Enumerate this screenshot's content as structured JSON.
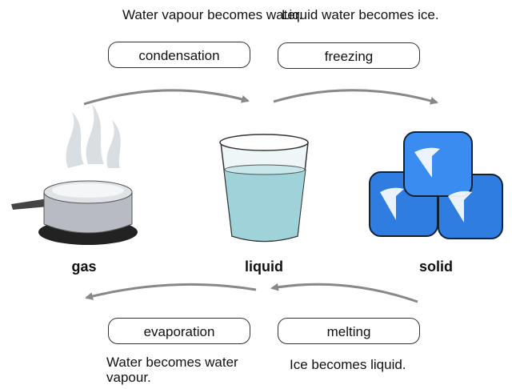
{
  "processes": {
    "condensation": {
      "label": "condensation",
      "description": "Water vapour becomes water."
    },
    "freezing": {
      "label": "freezing",
      "description": "Liquid water becomes ice."
    },
    "evaporation": {
      "label": "evaporation",
      "description": "Water becomes water vapour."
    },
    "melting": {
      "label": "melting",
      "description": "Ice becomes liquid."
    }
  },
  "states": {
    "gas": "gas",
    "liquid": "liquid",
    "solid": "solid"
  },
  "colors": {
    "arrow": "#888888",
    "water": "#9fd3d9",
    "ice": "#2f7de0",
    "pot": "#b8bcc2"
  }
}
